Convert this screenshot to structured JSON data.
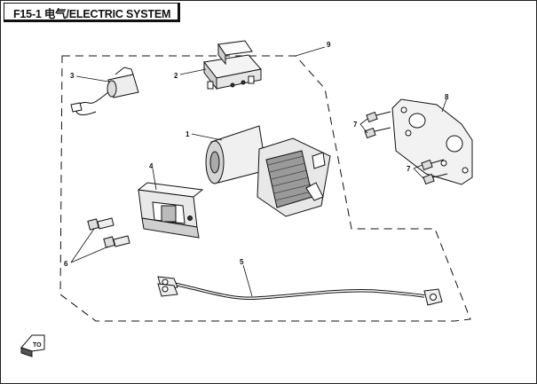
{
  "title": "F15-1  电气/ELECTRIC SYSTEM",
  "callouts": {
    "c1": "1",
    "c2": "2",
    "c3": "3",
    "c4": "4",
    "c5": "5",
    "c6": "6",
    "c7a": "7",
    "c7b": "7",
    "c8": "8",
    "c9": "9"
  },
  "badge": "TO",
  "colors": {
    "line": "#111111",
    "shade": "#9a9a9a",
    "light": "#d9d9d9"
  }
}
